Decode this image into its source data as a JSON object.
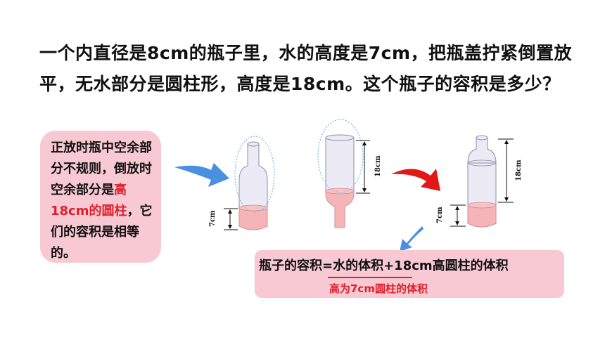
{
  "problem": {
    "text": "一个内直径是8cm的瓶子里，水的高度是7cm，把瓶盖拧紧倒置放平，无水部分是圆柱形，高度是18cm。这个瓶子的容积是多少？"
  },
  "hint": {
    "part1": "正放时瓶中空余部分不规则，倒放时空余部分是",
    "highlight": "高18cm的圆柱",
    "part2": "，它们的容积是相等的。"
  },
  "diagram": {
    "label_7cm": "7cm",
    "label_18cm": "18cm",
    "colors": {
      "water": "#f5b5b8",
      "glass": "#e8e8f4",
      "arrow_blue": "#4a8fe0",
      "arrow_red": "#e01818",
      "dotted": "#7ab8e8"
    }
  },
  "formula": {
    "text": "瓶子的容积=水的体积+18cm高圆柱的体积",
    "note": "高为7cm圆柱的体积"
  }
}
